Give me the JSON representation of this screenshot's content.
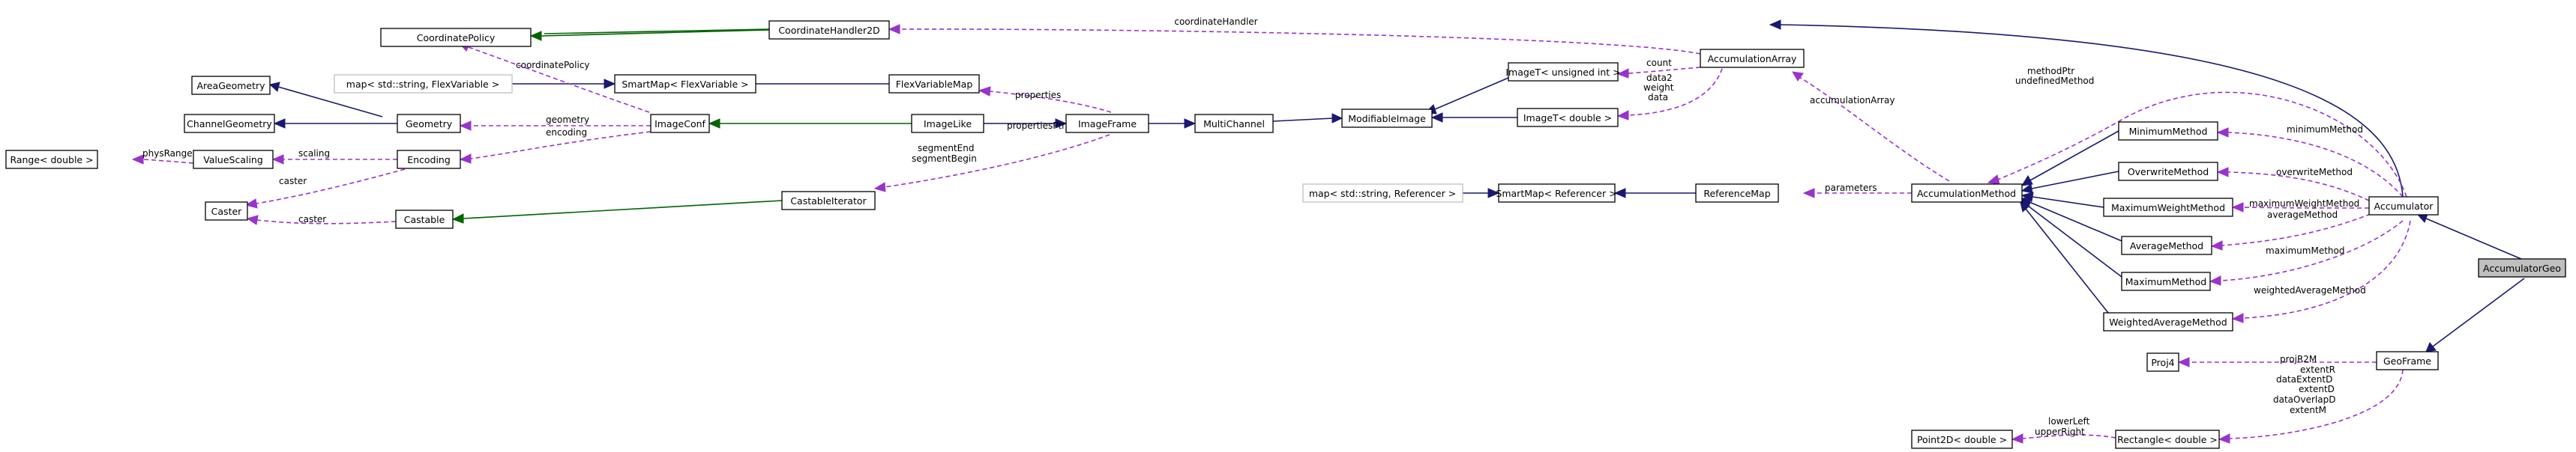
{
  "nodes": {
    "coordinate_policy": "CoordinatePolicy",
    "coordinate_handler_2d": "CoordinateHandler2D",
    "accumulation_array": "AccumulationArray",
    "map_flex_variable": "map< std::string, FlexVariable >",
    "smartmap_flex_variable": "SmartMap< FlexVariable >",
    "flex_variable_map": "FlexVariableMap",
    "image_t_unsigned_int": "ImageT< unsigned int >",
    "area_geometry": "AreaGeometry",
    "channel_geometry": "ChannelGeometry",
    "geometry": "Geometry",
    "image_conf": "ImageConf",
    "image_like": "ImageLike",
    "image_frame": "ImageFrame",
    "multi_channel": "MultiChannel",
    "modifiable_image": "ModifiableImage",
    "image_t_double": "ImageT< double >",
    "range_double": "Range< double >",
    "value_scaling": "ValueScaling",
    "encoding": "Encoding",
    "caster": "Caster",
    "castable": "Castable",
    "castable_iterator": "CastableIterator",
    "map_referencer": "map< std::string, Referencer >",
    "smartmap_referencer": "SmartMap< Referencer >",
    "reference_map": "ReferenceMap",
    "accumulation_method": "AccumulationMethod",
    "minimum_method": "MinimumMethod",
    "overwrite_method": "OverwriteMethod",
    "maximum_weight_method": "MaximumWeightMethod",
    "average_method": "AverageMethod",
    "maximum_method": "MaximumMethod",
    "weighted_average_method": "WeightedAverageMethod",
    "accumulator": "Accumulator",
    "accumulator_geo": "AccumulatorGeo",
    "proj4": "Proj4",
    "geo_frame": "GeoFrame",
    "point2d_double": "Point2D< double >",
    "rectangle_double": "Rectangle< double >"
  },
  "edge_labels": {
    "coordinate_handler": "coordinateHandler",
    "coordinate_policy": "coordinatePolicy",
    "count": "count",
    "data2": "data2",
    "weight": "weight",
    "data": "data",
    "method_ptr": "methodPtr",
    "undefined_method": "undefinedMethod",
    "accumulation_array": "accumulationArray",
    "properties_ptr": "propertiesPtr",
    "properties": "properties",
    "geometry": "geometry",
    "encoding": "encoding",
    "phys_range": "physRange",
    "scaling": "scaling",
    "caster_1": "caster",
    "caster_2": "caster",
    "segment_end": "segmentEnd",
    "segment_begin": "segmentBegin",
    "parameters": "parameters",
    "minimum_method": "minimumMethod",
    "overwrite_method": "overwriteMethod",
    "maximum_weight_method": "maximumWeightMethod",
    "average_method": "averageMethod",
    "maximum_method": "maximumMethod",
    "weighted_average_method": "weightedAverageMethod",
    "proj_r2m": "projR2M",
    "extent_r": "extentR",
    "data_extent_d": "dataExtentD",
    "extent_d": "extentD",
    "data_overlap_d": "dataOverlapD",
    "extent_m": "extentM",
    "lower_left": "lowerLeft",
    "upper_right": "upperRight"
  },
  "colors": {
    "public_inheritance": "#191970",
    "protected_inheritance": "#006400",
    "usage": "#9a32cd",
    "current_node_fill": "#bfbfbf",
    "external_node_border": "#bfbfbf"
  }
}
